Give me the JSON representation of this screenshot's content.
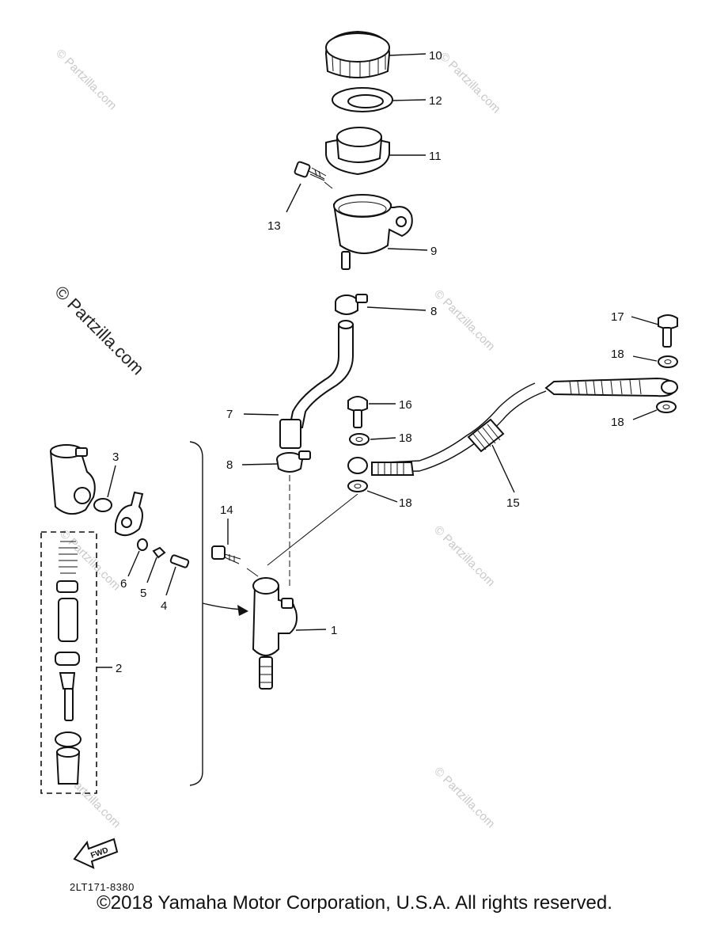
{
  "callouts": {
    "c10": "10",
    "c12": "12",
    "c11": "11",
    "c13": "13",
    "c9": "9",
    "c8a": "8",
    "c8b": "8",
    "c7": "7",
    "c17": "17",
    "c18a": "18",
    "c18b": "18",
    "c18c": "18",
    "c18d": "18",
    "c16": "16",
    "c15": "15",
    "c14": "14",
    "c3": "3",
    "c6": "6",
    "c5": "5",
    "c4": "4",
    "c2": "2",
    "c1": "1"
  },
  "watermark": {
    "large": "© Partzilla.com",
    "small": "© Partzilla.com"
  },
  "fwd_label": "FWD",
  "diagram_code": "2LT171-8380",
  "copyright": "©2018 Yamaha Motor Corporation, U.S.A. All rights reserved."
}
